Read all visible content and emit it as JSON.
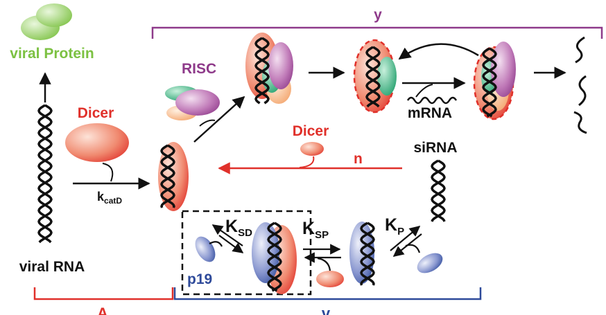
{
  "labels": {
    "viral_protein": "viral Protein",
    "viral_rna": "viral RNA",
    "dicer_left": "Dicer",
    "risc": "RISC",
    "mrna": "mRNA",
    "dicer_right": "Dicer",
    "n": "n",
    "sirna": "siRNA",
    "k_catd_main": "k",
    "k_catd_sub": "catD",
    "k_sd_main": "K",
    "k_sd_sub": "SD",
    "k_sp_main": "K",
    "k_sp_sub": "SP",
    "k_p_main": "K",
    "k_p_sub": "P",
    "p19": "p19",
    "bracket_y": "y",
    "bracket_a": "A",
    "bracket_v": "v"
  },
  "colors": {
    "red": "#e0302a",
    "purple": "#8e3a8a",
    "blue": "#2e4a9a",
    "green": "#7cc142",
    "black": "#111111"
  }
}
